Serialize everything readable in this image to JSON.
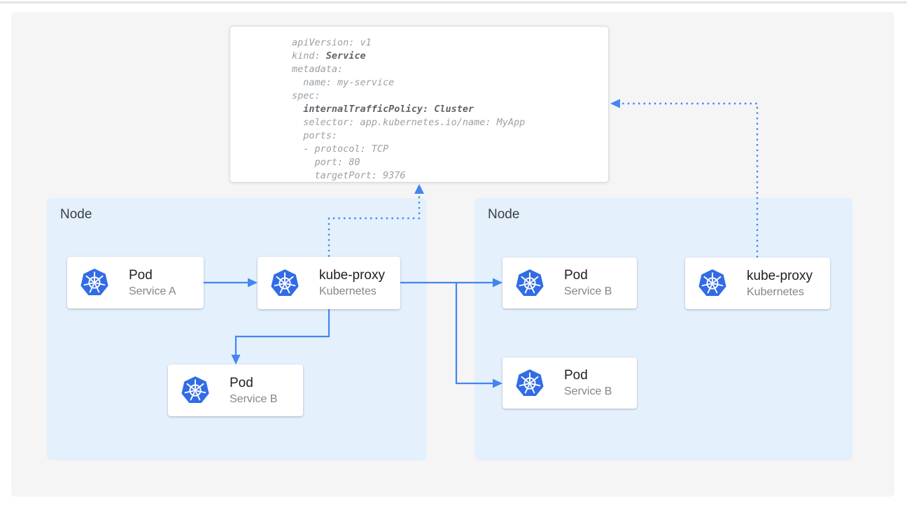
{
  "colors": {
    "accent_blue": "#4285f4",
    "kubernetes_blue": "#326ce5",
    "node_bg": "#e4f0fc",
    "panel_bg": "#f5f5f5",
    "yaml_regular_text": "#9aa0a6",
    "yaml_bold_text": "#5f6368"
  },
  "yaml": {
    "lines": [
      [
        {
          "t": "apiVersion: v1",
          "b": false
        }
      ],
      [
        {
          "t": "kind: ",
          "b": false
        },
        {
          "t": "Service",
          "b": true
        }
      ],
      [
        {
          "t": "metadata:",
          "b": false
        }
      ],
      [
        {
          "t": "  name: my-service",
          "b": false
        }
      ],
      [
        {
          "t": "spec:",
          "b": false
        }
      ],
      [
        {
          "t": "  ",
          "b": false
        },
        {
          "t": "internalTrafficPolicy: Cluster",
          "b": true
        }
      ],
      [
        {
          "t": "  selector: app.kubernetes.io/name: MyApp",
          "b": false
        }
      ],
      [
        {
          "t": "  ports:",
          "b": false
        }
      ],
      [
        {
          "t": "  - protocol: TCP",
          "b": false
        }
      ],
      [
        {
          "t": "    port: 80",
          "b": false
        }
      ],
      [
        {
          "t": "    targetPort: 9376",
          "b": false
        }
      ]
    ]
  },
  "nodes": {
    "left": {
      "label": "Node"
    },
    "right": {
      "label": "Node"
    }
  },
  "cards": {
    "pod_a": {
      "title": "Pod",
      "subtitle": "Service A",
      "icon": "kubernetes-icon"
    },
    "kube_proxy_left": {
      "title": "kube-proxy",
      "subtitle": "Kubernetes",
      "icon": "kubernetes-icon"
    },
    "pod_b_left": {
      "title": "Pod",
      "subtitle": "Service B",
      "icon": "kubernetes-icon"
    },
    "pod_b_right_top": {
      "title": "Pod",
      "subtitle": "Service B",
      "icon": "kubernetes-icon"
    },
    "pod_b_right_bottom": {
      "title": "Pod",
      "subtitle": "Service B",
      "icon": "kubernetes-icon"
    },
    "kube_proxy_right": {
      "title": "kube-proxy",
      "subtitle": "Kubernetes",
      "icon": "kubernetes-icon"
    }
  }
}
